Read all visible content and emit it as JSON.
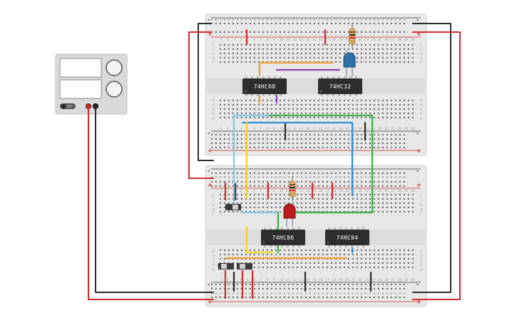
{
  "breadboard": {
    "row_letters_top": [
      "j",
      "i",
      "h",
      "g",
      "f"
    ],
    "row_letters_bottom": [
      "e",
      "d",
      "c",
      "b",
      "a"
    ],
    "column_numbers": [
      "1",
      "2",
      "3",
      "4",
      "5",
      "6",
      "7",
      "8",
      "9",
      "10",
      "11",
      "12",
      "13",
      "14",
      "15",
      "16",
      "17",
      "18",
      "19",
      "20",
      "21",
      "22",
      "23",
      "24",
      "25",
      "26",
      "27",
      "28",
      "29",
      "30"
    ],
    "rail_plus": "+",
    "rail_minus": "-"
  },
  "chips": [
    {
      "id": "u1",
      "label": "74HC08"
    },
    {
      "id": "u2",
      "label": "74HC32"
    },
    {
      "id": "u3",
      "label": "74HC86"
    },
    {
      "id": "u4",
      "label": "74HC04"
    }
  ],
  "power_supply": {
    "switch_label": "OFF"
  },
  "colors": {
    "board": "#e8e8e8",
    "red_wire": "#d42a2a",
    "black_wire": "#2b2b2b",
    "orange_wire": "#f0a030",
    "purple_wire": "#8a3fb0",
    "green_wire": "#3cb043",
    "blue_wire": "#2a8fd8",
    "light_blue_wire": "#7ec8e8",
    "yellow_wire": "#f2d22a",
    "led_blue": "#2a6fa8",
    "led_red": "#b81c1c"
  }
}
